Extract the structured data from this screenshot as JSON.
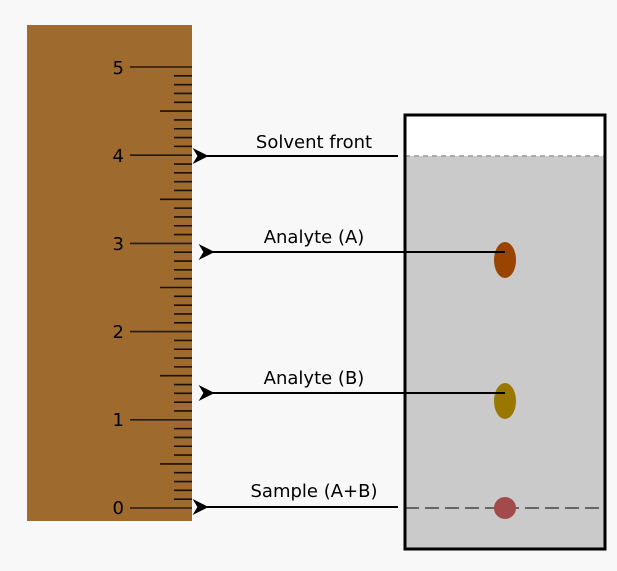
{
  "ruler": {
    "tick_labels": [
      "0",
      "1",
      "2",
      "3",
      "4",
      "5"
    ],
    "min": 0,
    "max": 5,
    "minor_step": 0.1,
    "color": "#9e6a2e"
  },
  "annotations": {
    "solvent_front": "Solvent front",
    "analyte_a": "Analyte (A)",
    "analyte_b": "Analyte (B)",
    "sample": "Sample (A+B)"
  },
  "positions": {
    "solvent_front": 4.0,
    "analyte_a": 2.9,
    "analyte_b": 1.3,
    "sample": 0.0
  },
  "colors": {
    "analyte_a": "#994400",
    "analyte_b": "#997700",
    "sample": "#a34a4a",
    "plate": "#cacaca"
  }
}
